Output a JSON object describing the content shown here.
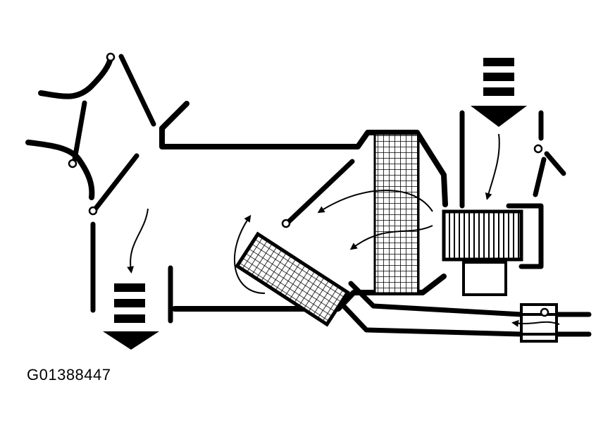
{
  "figure_id": "G01388447",
  "colors": {
    "ink": "#000000",
    "paper": "#ffffff"
  },
  "components": [
    "fresh-air-intake-arrow",
    "blower-motor",
    "blower-fan",
    "evaporator-core",
    "heater-core",
    "air-mix-door",
    "mode-doors",
    "outlet-air-arrow",
    "heater-hoses",
    "coolant-valve"
  ]
}
